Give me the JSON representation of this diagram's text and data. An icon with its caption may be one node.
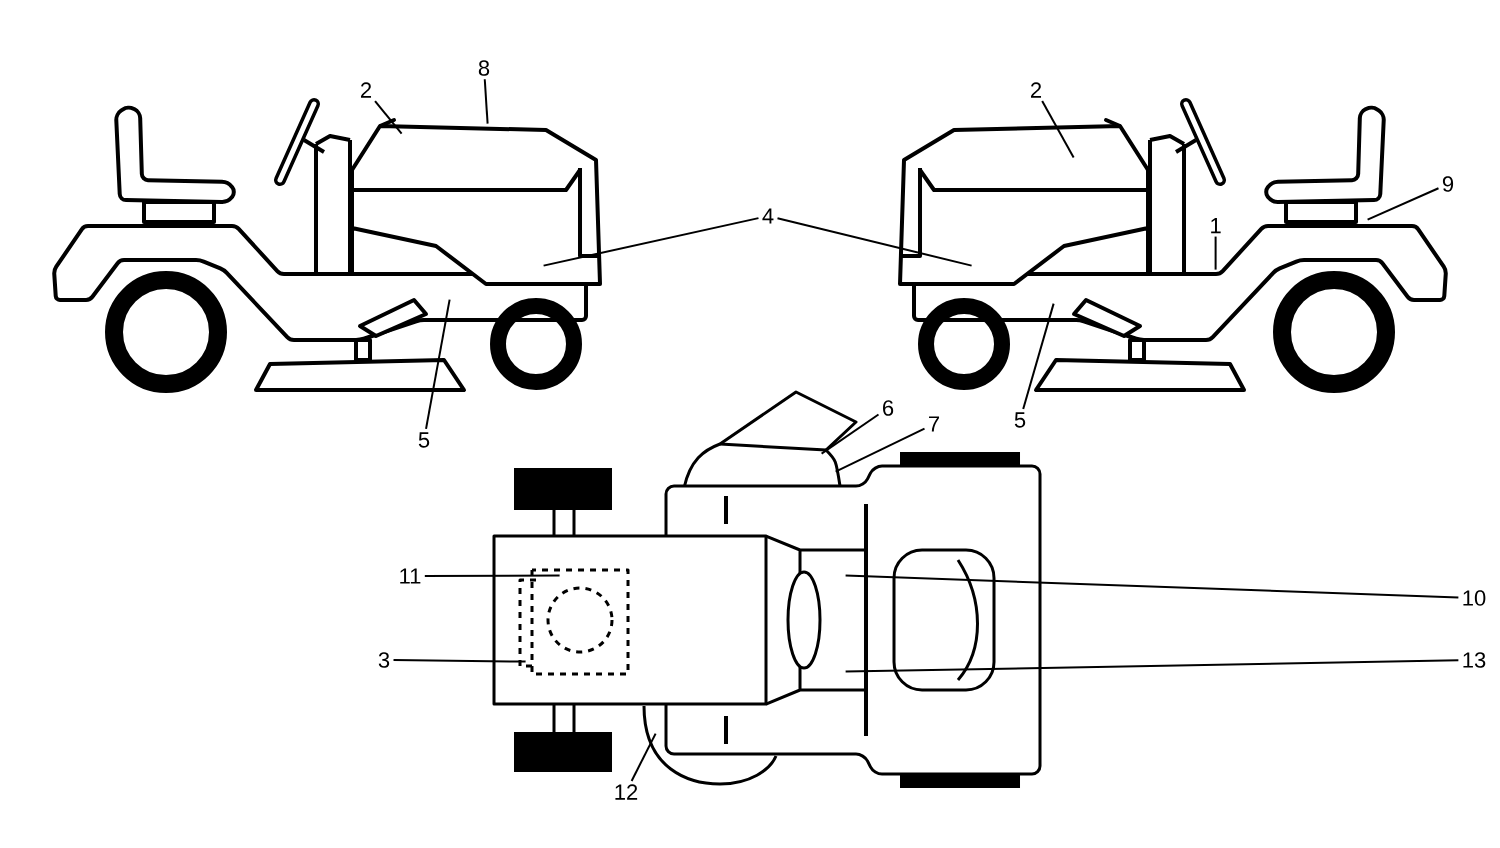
{
  "diagram": {
    "nodes": [
      {
        "text": [
          "2"
        ]
      },
      {
        "text": [
          "8"
        ]
      },
      {
        "text": [
          "4"
        ]
      },
      {
        "text": [
          "2"
        ]
      },
      {
        "text": [
          "9"
        ]
      },
      {
        "text": [
          "1"
        ],
        "in": 16
      },
      {
        "text": [
          "5"
        ]
      },
      {
        "text": [
          "5"
        ]
      },
      {
        "text": [
          "6"
        ]
      },
      {
        "text": [
          "7"
        ]
      },
      {
        "text": [
          "11"
        ]
      },
      {
        "text": [
          "10"
        ]
      },
      {
        "text": [
          "3"
        ]
      },
      {
        "text": [
          "13"
        ]
      },
      {
        "text": [
          "12"
        ]
      },
      {
        "text": [],
        "shape": "picture"
      },
      {
        "text": [],
        "shape": "picture"
      },
      {
        "text": [],
        "shape": "picture"
      }
    ],
    "edges": [
      {
        "from": 0,
        "to": 15,
        "arrow": "none"
      },
      {
        "from": 1,
        "to": 15,
        "arrow": "none"
      },
      {
        "from": 2,
        "to": 15,
        "arrow": "none"
      },
      {
        "from": 2,
        "to": 16,
        "arrow": "none"
      },
      {
        "from": 3,
        "to": 16,
        "arrow": "none"
      },
      {
        "from": 4,
        "to": 16,
        "arrow": "none"
      },
      {
        "from": 5,
        "to": 16,
        "arrow": "none"
      },
      {
        "from": 6,
        "to": 15,
        "arrow": "none"
      },
      {
        "from": 7,
        "to": 16,
        "arrow": "none"
      },
      {
        "from": 8,
        "to": 17,
        "arrow": "none"
      },
      {
        "from": 9,
        "to": 17,
        "arrow": "none"
      },
      {
        "from": 10,
        "to": 17,
        "arrow": "none"
      },
      {
        "from": 11,
        "to": 17,
        "arrow": "none"
      },
      {
        "from": 12,
        "to": 17,
        "arrow": "none"
      },
      {
        "from": 13,
        "to": 17,
        "arrow": "none"
      },
      {
        "from": 14,
        "to": 17,
        "arrow": "none"
      }
    ]
  }
}
